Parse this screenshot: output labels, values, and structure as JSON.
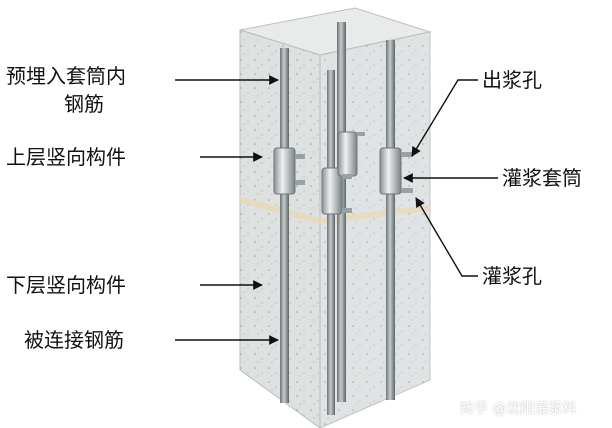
{
  "labels_left": [
    {
      "id": "embedded-rebar-1",
      "text": "预埋入套筒内"
    },
    {
      "id": "embedded-rebar-2",
      "text": "钢筋"
    },
    {
      "id": "upper-member",
      "text": "上层竖向构件"
    },
    {
      "id": "lower-member",
      "text": "下层竖向构件"
    },
    {
      "id": "connected-rebar",
      "text": "被连接钢筋"
    }
  ],
  "labels_right": [
    {
      "id": "grout-outlet",
      "text": "出浆孔"
    },
    {
      "id": "grout-sleeve",
      "text": "灌浆套筒"
    },
    {
      "id": "grout-inlet",
      "text": "灌浆孔"
    }
  ],
  "watermark": "知乎 @沈阳灌浆料",
  "colors": {
    "concrete": "#dfe3e2",
    "concrete_edge": "#b9bfbe",
    "rebar": "#8f9799",
    "sleeve": "#c9cdcf",
    "joint": "#e9d9b8"
  }
}
